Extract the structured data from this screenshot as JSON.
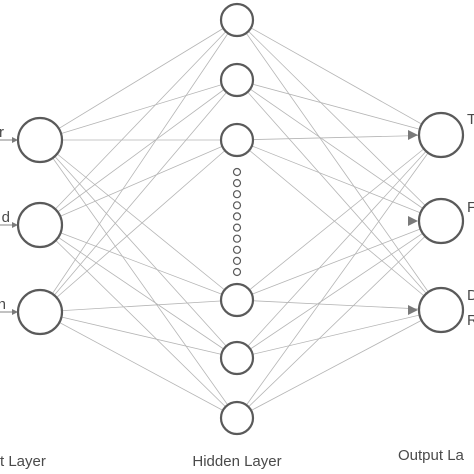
{
  "layer_labels": {
    "input": "t Layer",
    "hidden": "Hidden Layer",
    "output": "Output La"
  },
  "input_labels": [
    "r",
    "d",
    "h"
  ],
  "output_labels": [
    "T",
    "F",
    "D",
    "R"
  ],
  "hidden_dot_count": 10,
  "colors": {
    "node_stroke": "#5a5a5a",
    "connection": "#b5b5b5",
    "text": "#4a4a4a"
  }
}
